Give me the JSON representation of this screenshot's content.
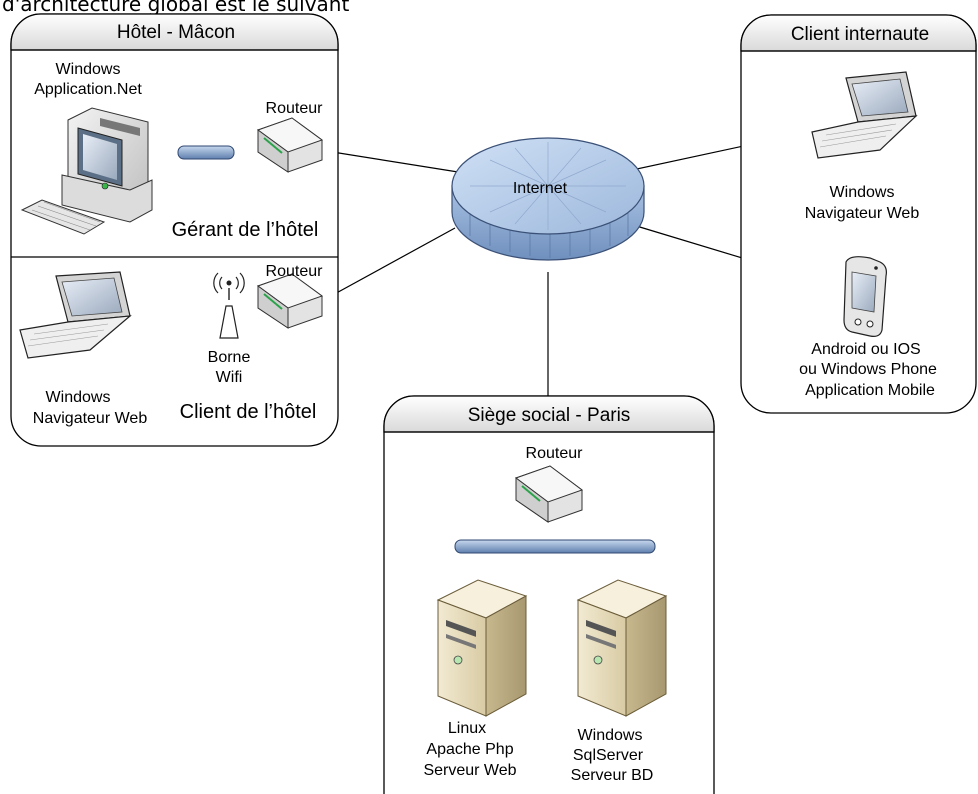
{
  "top_text": "d'architecture global est le suivant",
  "groups": {
    "hotel": {
      "title": "Hôtel - Mâcon"
    },
    "client": {
      "title": "Client internaute"
    },
    "siege": {
      "title": "Siège social - Paris"
    }
  },
  "labels": {
    "windows_app_1": "Windows",
    "windows_app_2": "Application.Net",
    "routeur_1": "Routeur",
    "gerant": "Gérant de l’hôtel",
    "routeur_2": "Routeur",
    "borne_1": "Borne",
    "borne_2": "Wifi",
    "hotel_laptop_1": "Windows",
    "hotel_laptop_2": "Navigateur Web",
    "client_hotel": "Client de l’hôtel",
    "internet": "Internet",
    "web_laptop_1": "Windows",
    "web_laptop_2": "Navigateur Web",
    "mobile_1": "Android ou IOS",
    "mobile_2": "ou Windows Phone",
    "mobile_3": "Application Mobile",
    "routeur_3": "Routeur",
    "srv1_1": "Linux",
    "srv1_2": "Apache Php",
    "srv1_3": "Serveur Web",
    "srv2_1": "Windows",
    "srv2_2": "SqlServer",
    "srv2_3": "Serveur BD"
  }
}
